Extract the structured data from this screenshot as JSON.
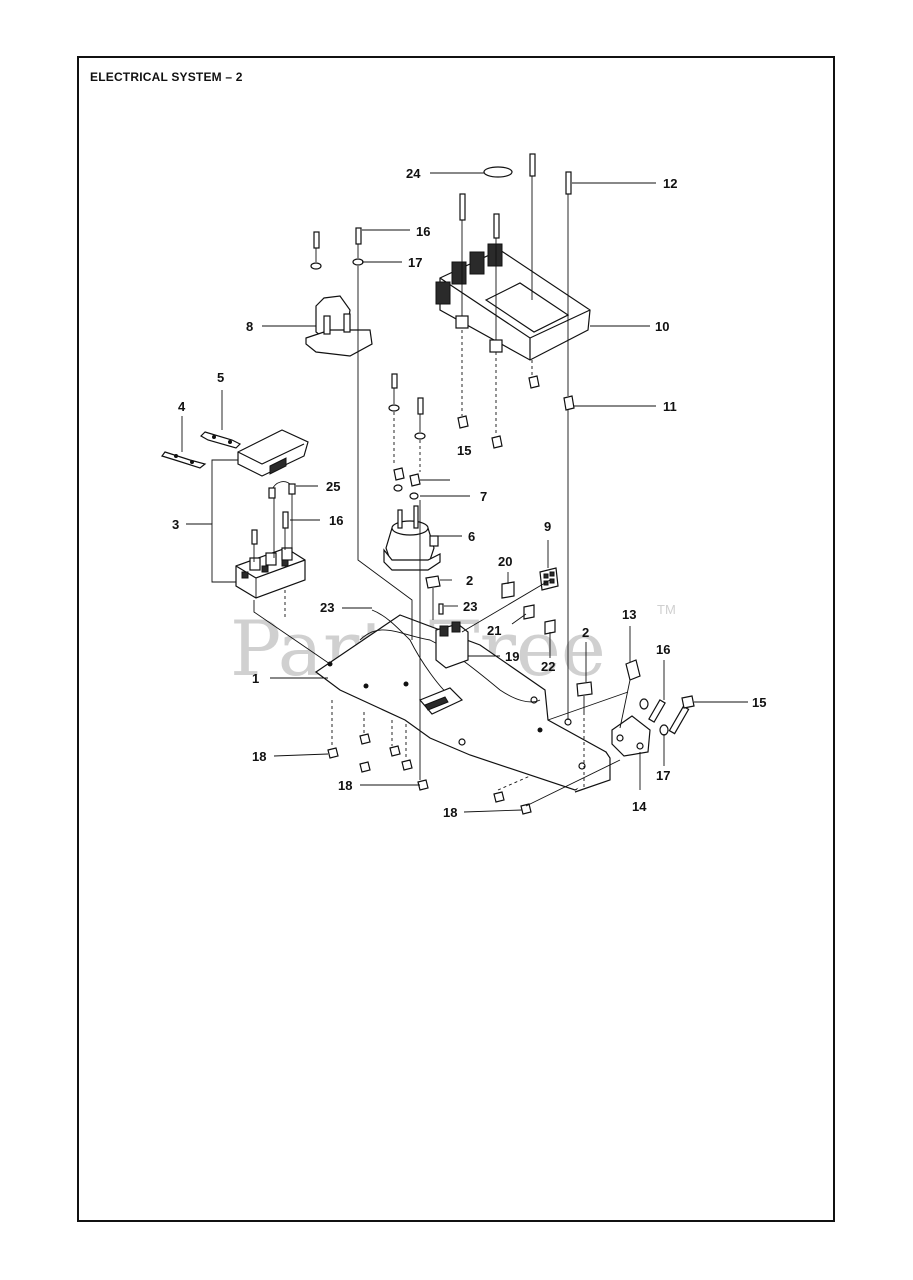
{
  "title": "ELECTRICAL SYSTEM – 2",
  "watermark": {
    "text": "PartsTree",
    "trademark": "TM"
  },
  "callouts": [
    "1",
    "2",
    "2",
    "3",
    "4",
    "5",
    "6",
    "7",
    "8",
    "9",
    "10",
    "11",
    "12",
    "13",
    "14",
    "15",
    "15",
    "16",
    "16",
    "16",
    "17",
    "17",
    "18",
    "18",
    "18",
    "19",
    "20",
    "21",
    "22",
    "23",
    "23",
    "24",
    "25"
  ],
  "colors": {
    "ink": "#111111",
    "watermark": "#d0d0d0",
    "background": "#ffffff"
  }
}
